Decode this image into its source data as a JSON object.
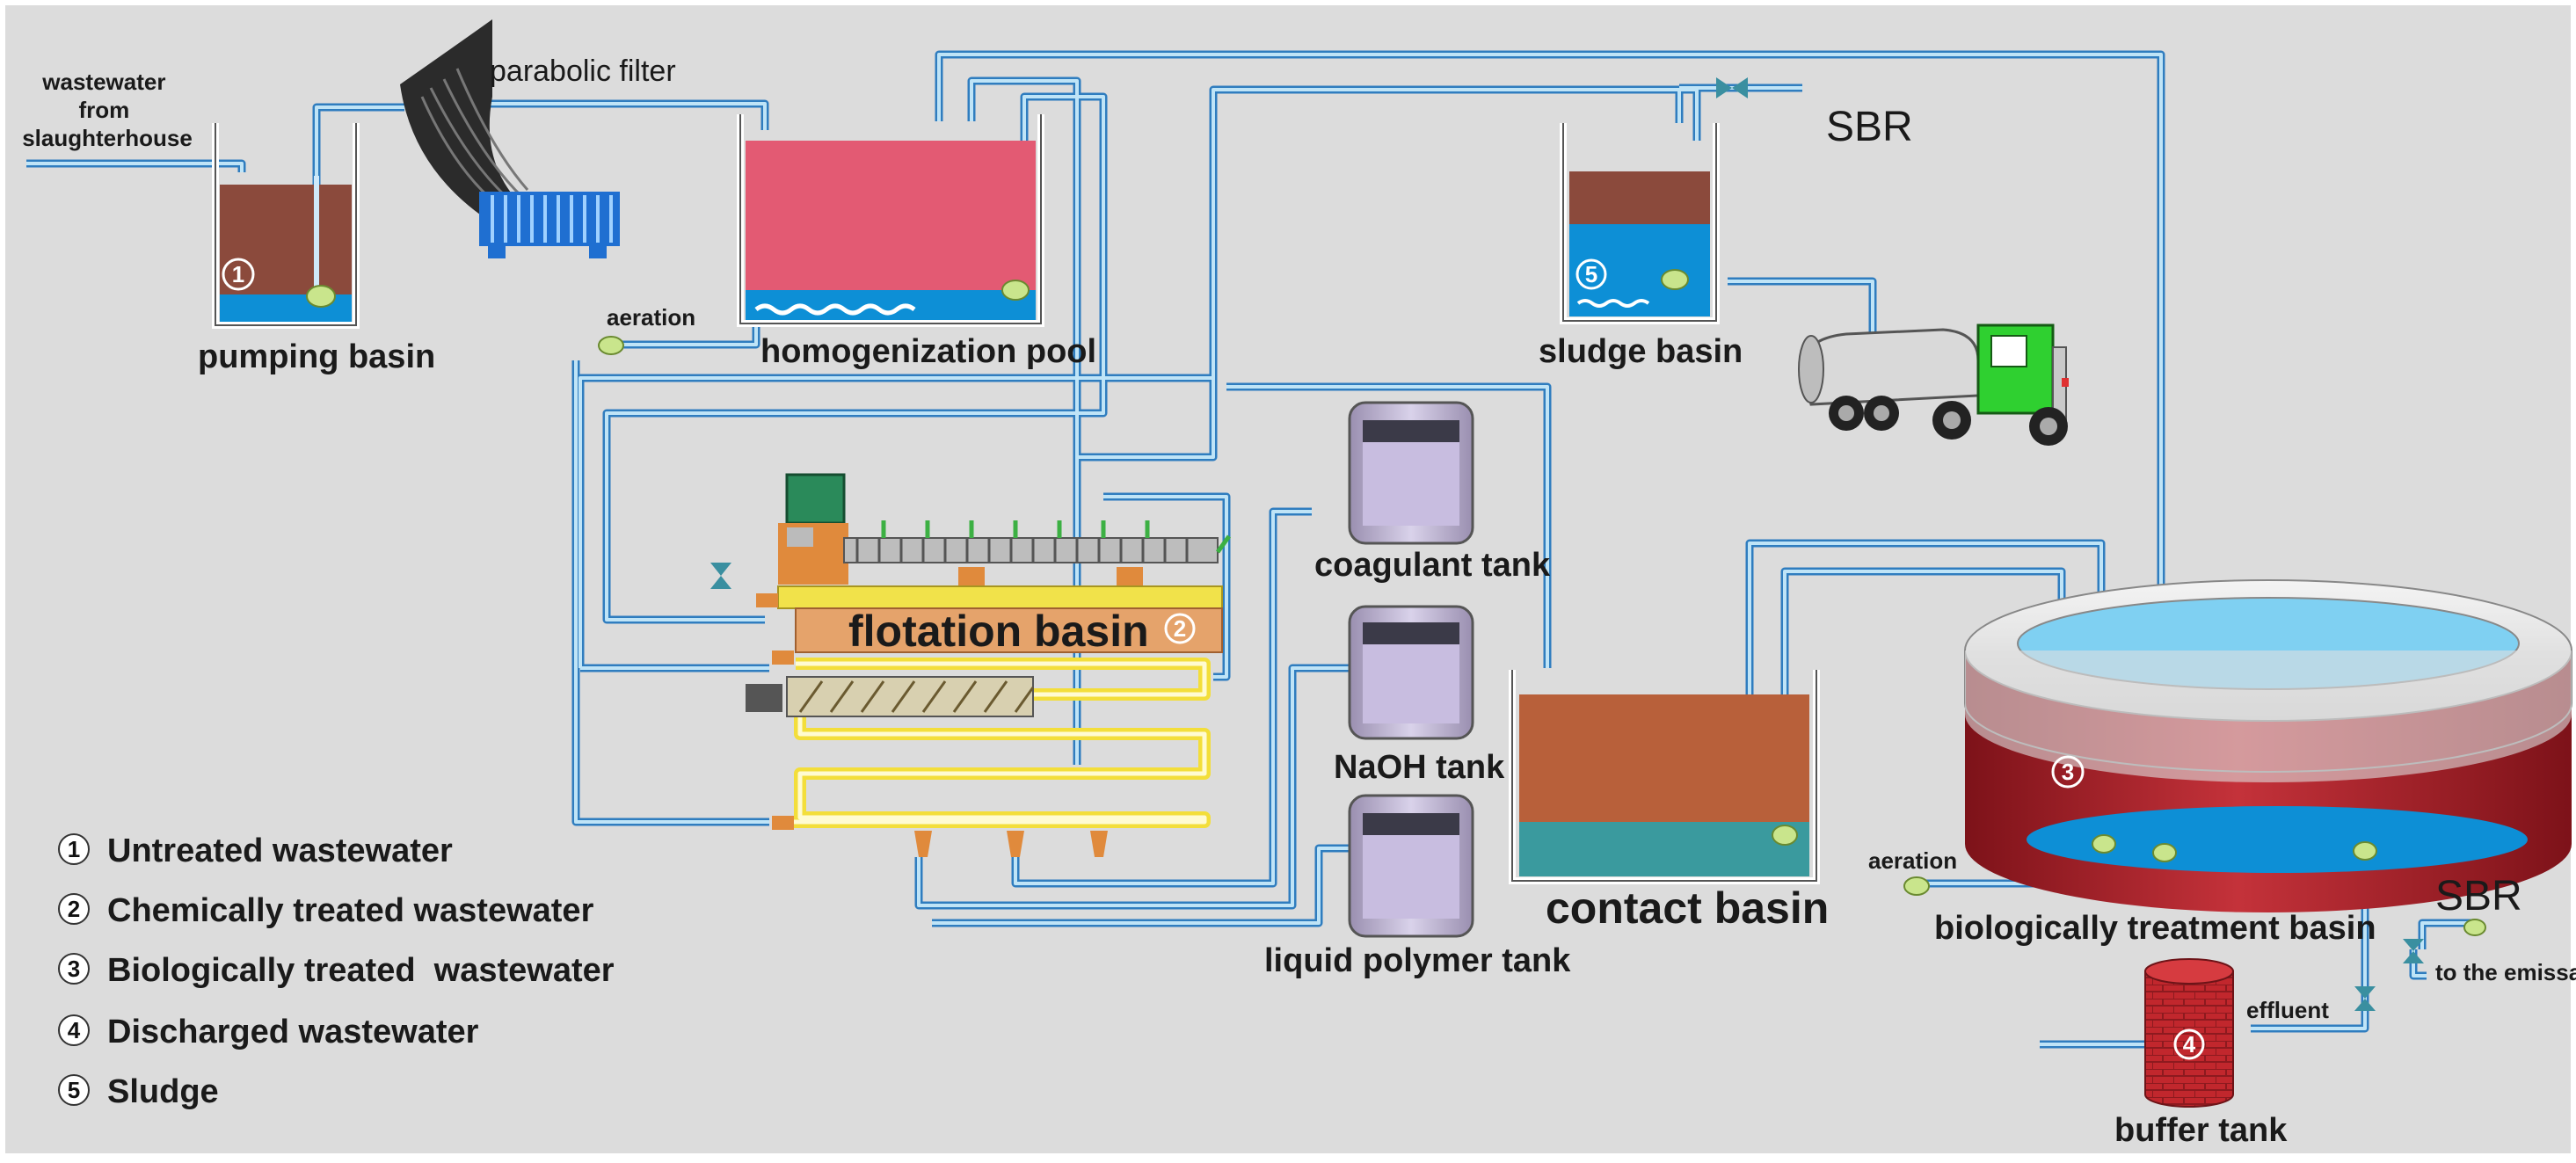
{
  "colors": {
    "background": "#dcdcdc",
    "pipe": "#2f7dbf",
    "sludge": "#8b4a3c",
    "water": "#0d8fd6",
    "homogenization": "#e35a73",
    "contact_brown": "#b8603a",
    "contact_teal": "#3a9a9e",
    "bio_red": "#a8232b",
    "tank_lilac": "#c8bde0",
    "flotation_orange": "#e5a36b",
    "flotation_yellow": "#f1e24a",
    "truck_green": "#2fd030"
  },
  "labels": {
    "inlet": [
      "wastewater",
      "from",
      "slaughterhouse"
    ],
    "parabolic_filter": "parabolic filter",
    "pumping_basin": "pumping basin",
    "homogenization_pool": "homogenization pool",
    "aeration_1": "aeration",
    "sludge_basin": "sludge basin",
    "sbr_top": "SBR",
    "flotation_basin": "flotation basin",
    "coagulant_tank": "coagulant tank",
    "naoh_tank": "NaOH tank",
    "liquid_polymer_tank": "liquid polymer tank",
    "contact_basin": "contact basin",
    "bio_basin": "biologically treatment basin",
    "aeration_2": "aeration",
    "sbr_right": "SBR",
    "to_emissary": "to the emissary",
    "effluent": "effluent",
    "buffer_tank": "buffer tank"
  },
  "markers": {
    "pumping": "1",
    "flotation": "2",
    "bio": "3",
    "buffer": "4",
    "sludge": "5"
  },
  "legend": [
    {
      "num": "1",
      "text": "Untreated wastewater"
    },
    {
      "num": "2",
      "text": "Chemically treated wastewater"
    },
    {
      "num": "3",
      "text": "Biologically treated  wastewater"
    },
    {
      "num": "4",
      "text": "Discharged wastewater"
    },
    {
      "num": "5",
      "text": "Sludge"
    }
  ]
}
